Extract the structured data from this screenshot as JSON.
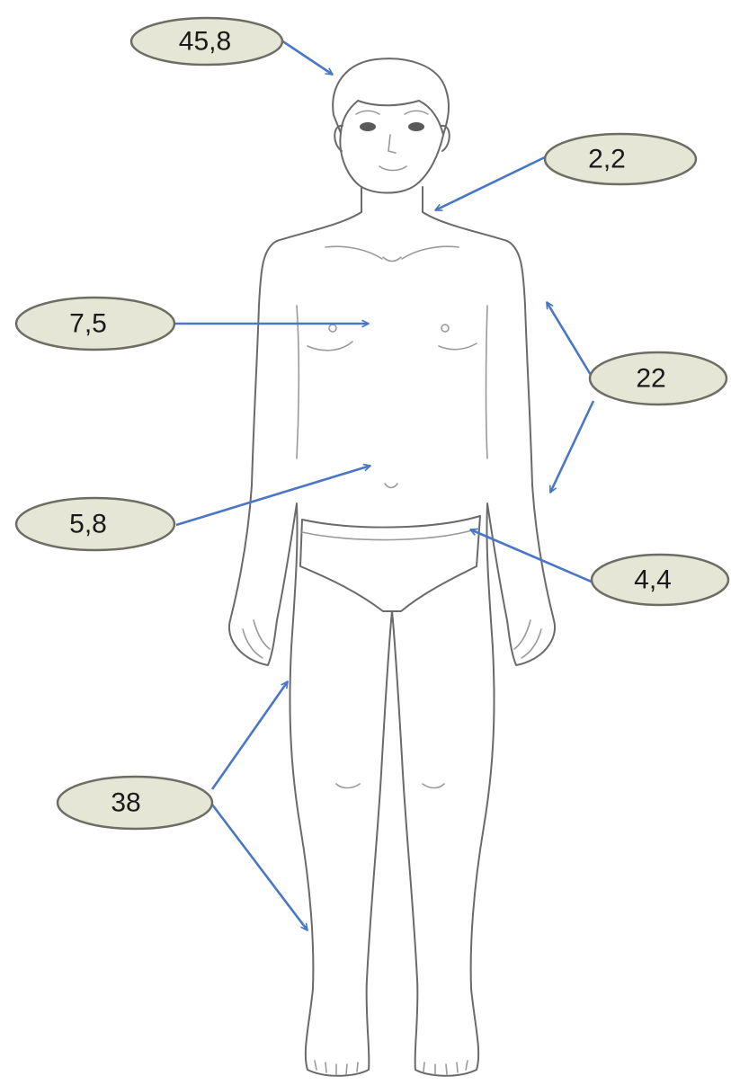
{
  "colors": {
    "label_fill": "#e6e6d6",
    "label_stroke": "#6d6d63",
    "arrow": "#4a76c6",
    "figure_outline": "#6a6a6a"
  },
  "labels": [
    {
      "id": "head",
      "text": "45,8"
    },
    {
      "id": "neck",
      "text": "2,2"
    },
    {
      "id": "chest",
      "text": "7,5"
    },
    {
      "id": "arms",
      "text": "22"
    },
    {
      "id": "abdomen",
      "text": "5,8"
    },
    {
      "id": "pelvis",
      "text": "4,4"
    },
    {
      "id": "legs",
      "text": "38"
    }
  ]
}
